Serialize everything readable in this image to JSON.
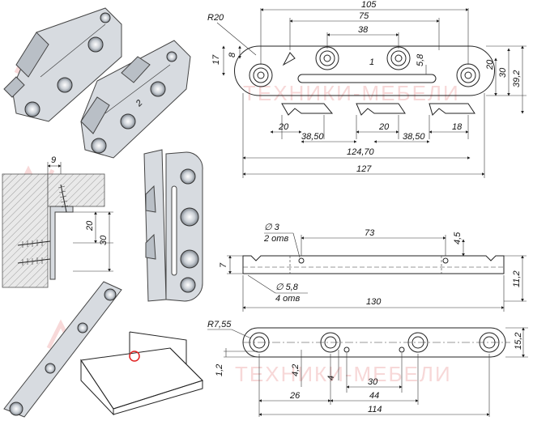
{
  "watermark": {
    "text": "ТЕХНИКИ-МЕБЕЛИ"
  },
  "top_view": {
    "radius": "R20",
    "part_number": "1",
    "dims": {
      "overall_top": "105",
      "span_75": "75",
      "span_38": "38",
      "d17": "17",
      "d8": "8",
      "d5_8": "5,8",
      "d20_right": "20",
      "d30_right": "30",
      "d39_2": "39,2",
      "bottom_20a": "20",
      "bottom_38_50a": "38,50",
      "bottom_20b": "20",
      "bottom_38_50b": "38,50",
      "bottom_18": "18",
      "d124_70": "124,70",
      "d127": "127"
    }
  },
  "side_view": {
    "dims": {
      "hole_dia": "∅ 3",
      "hole_count": "2 отв",
      "d73": "73",
      "d4_5": "4,5",
      "d7": "7",
      "hole_dia2": "∅ 5,8",
      "hole_count2": "4 отв",
      "d130": "130",
      "d11_2": "11,2"
    }
  },
  "flat_plate": {
    "dims": {
      "radius": "R7,55",
      "d1_2": "1,2",
      "d4_2": "4,2",
      "d4": "4",
      "d30": "30",
      "d26": "26",
      "d44": "44",
      "d114": "114",
      "d15_2": "15,2"
    }
  },
  "install": {
    "d9": "9",
    "d20": "20",
    "d30": "30",
    "part_label": "2"
  }
}
